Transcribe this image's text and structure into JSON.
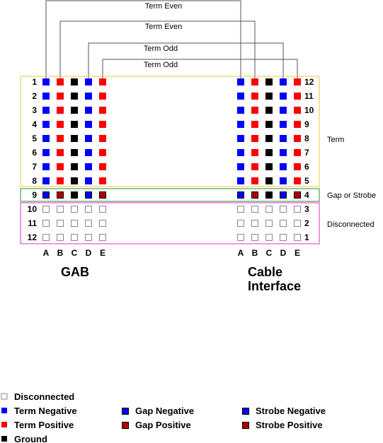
{
  "colors": {
    "term_negative": "#0000ff",
    "term_positive": "#ff0000",
    "ground": "#000000",
    "term_box": "#e8c840",
    "gap_box": "#2e8b2e",
    "disc_box": "#dd33cc"
  },
  "connections": [
    {
      "label": "Term Even"
    },
    {
      "label": "Term Even"
    },
    {
      "label": "Term Odd"
    },
    {
      "label": "Term Odd"
    }
  ],
  "gab": {
    "title": "GAB",
    "columns": [
      "A",
      "B",
      "C",
      "D",
      "E"
    ],
    "row_numbers": [
      "1",
      "2",
      "3",
      "4",
      "5",
      "6",
      "7",
      "8",
      "9",
      "10",
      "11",
      "12"
    ]
  },
  "cable": {
    "title_line1": "Cable",
    "title_line2": "Interface",
    "columns": [
      "A",
      "B",
      "C",
      "D",
      "E"
    ],
    "row_numbers": [
      "12",
      "11",
      "10",
      "9",
      "8",
      "7",
      "6",
      "5",
      "4",
      "3",
      "2",
      "1"
    ]
  },
  "groups": {
    "term": "Term",
    "gap": "Gap or Strobe",
    "disconnected": "Disconnected"
  },
  "legend": {
    "disconnected": "Disconnected",
    "term_negative": "Term Negative",
    "term_positive": "Term Positive",
    "ground": "Ground",
    "gap_negative": "Gap Negative",
    "gap_positive": "Gap Positive",
    "strobe_negative": "Strobe Negative",
    "strobe_positive": "Strobe Positive"
  }
}
